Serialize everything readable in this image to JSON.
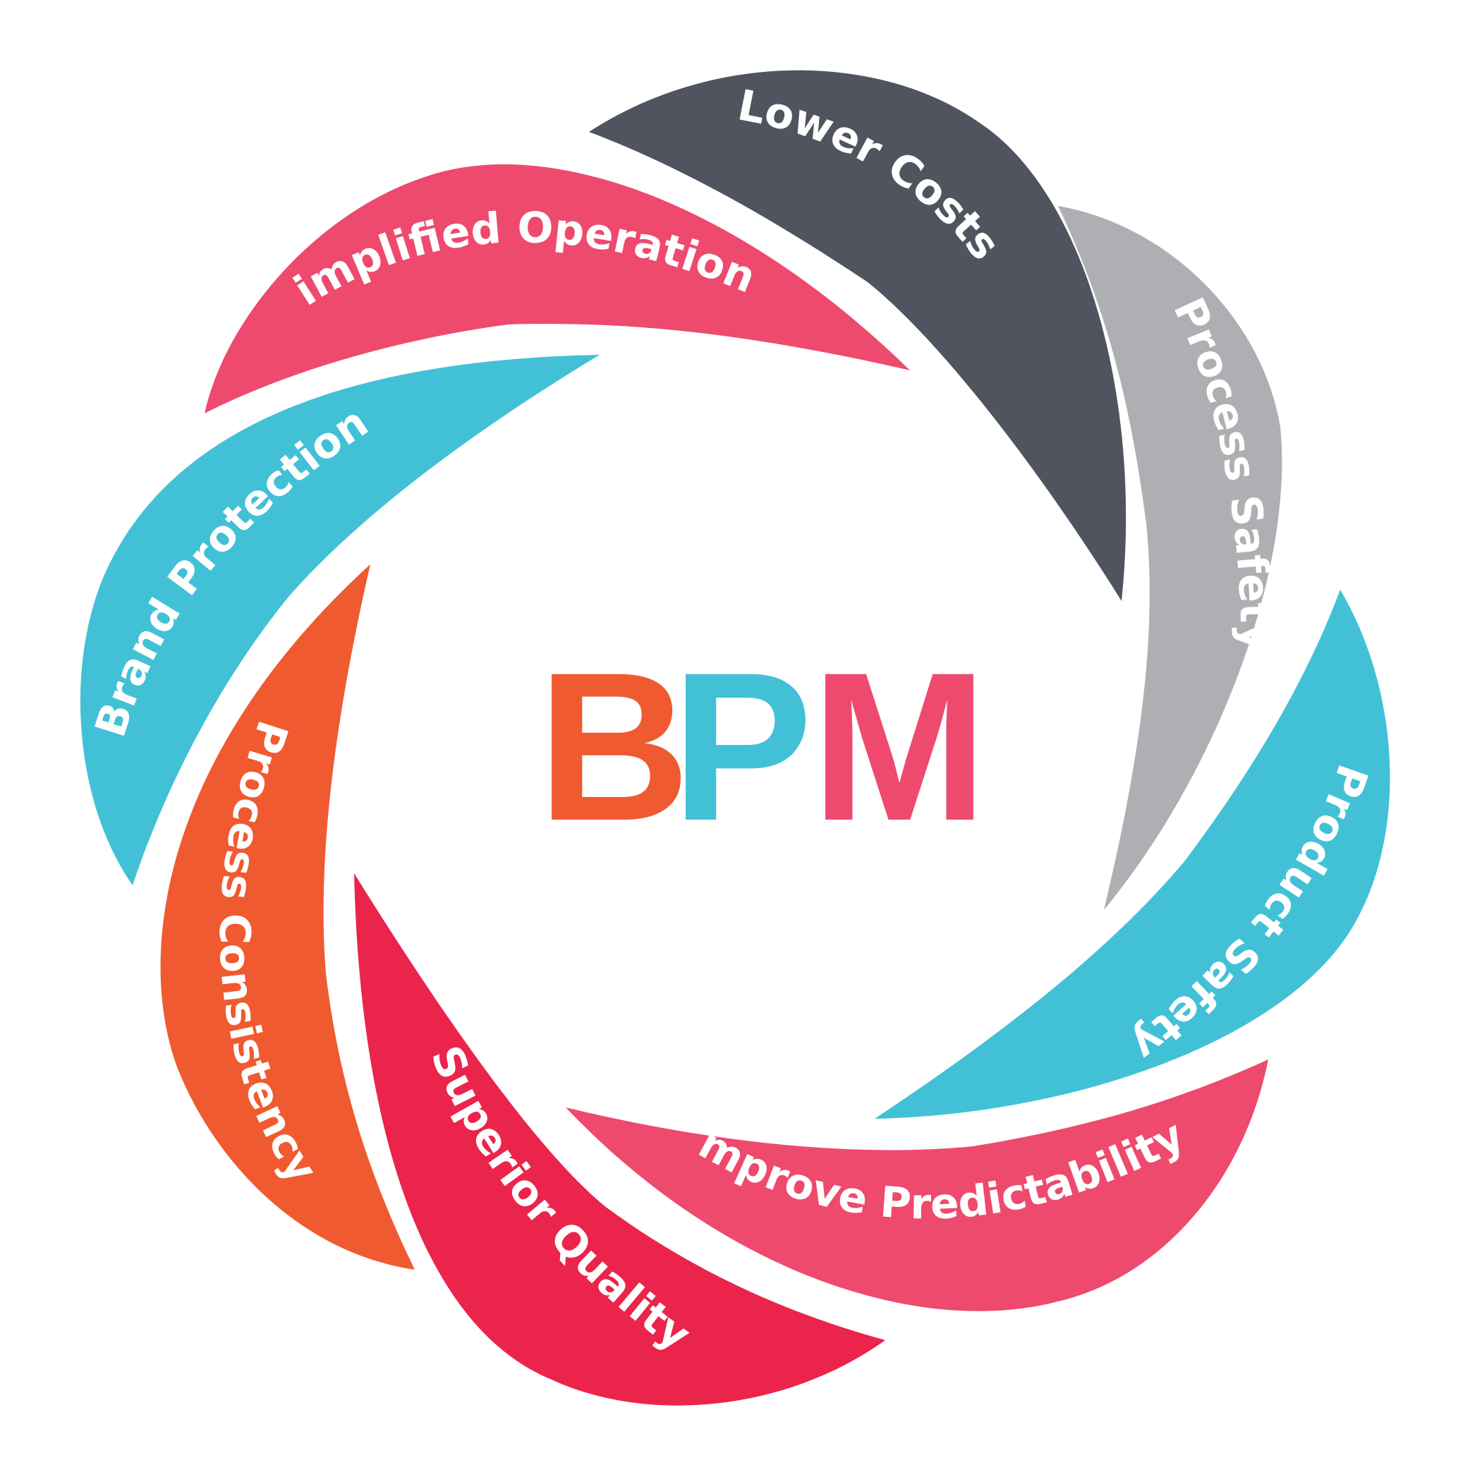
{
  "center": {
    "letters": [
      {
        "char": "B",
        "color": "#F05A30"
      },
      {
        "char": "P",
        "color": "#42C1D6"
      },
      {
        "char": "M",
        "color": "#EE4A6E"
      }
    ]
  },
  "segments": [
    {
      "label": "Lower Costs",
      "color": "#4F545F"
    },
    {
      "label": "Process Safety",
      "color": "#AEAFB2"
    },
    {
      "label": "Product Safety",
      "color": "#42C1D6"
    },
    {
      "label": "Improve Predictability",
      "color": "#EE4A6E"
    },
    {
      "label": "Superior Quality",
      "color": "#EB244B"
    },
    {
      "label": "Process Consistency",
      "color": "#F05A30"
    },
    {
      "label": "Brand Protection",
      "color": "#42C1D6"
    },
    {
      "label": "Simplified Operations",
      "color": "#EE4A6E"
    }
  ]
}
